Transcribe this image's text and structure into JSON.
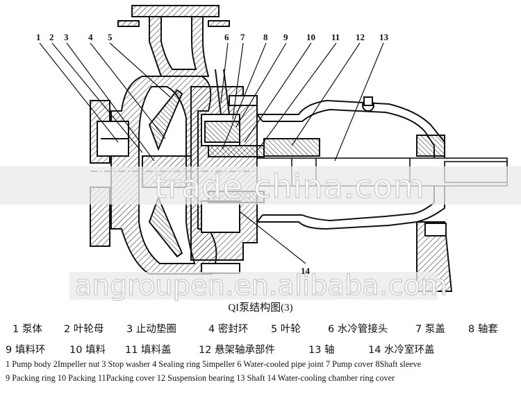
{
  "callouts": [
    "1",
    "2",
    "3",
    "4",
    "5",
    "6",
    "7",
    "8",
    "9",
    "10",
    "11",
    "12",
    "13"
  ],
  "callout_bottom": "14",
  "watermarks": {
    "top": "trade.china.com",
    "bottom": "angroupen.en.alibaba.com"
  },
  "title": "QI泵结构图(3)",
  "legend_cn": [
    "1 泵体",
    "2 叶轮母",
    "3 止动垫圈",
    "4 密封环",
    "5 叶轮",
    "6 水冷管接头",
    "7 泵盖",
    "8 轴套",
    "9 填料环",
    "10 填料",
    "11 填料盖",
    "12 悬架轴承部件",
    "13 轴",
    "14 水冷室环盖"
  ],
  "legend_en": [
    "1 Pump body 2Impeller nut 3 Stop washer 4 Sealing ring 5impeller 6 Water-cooled pipe joint 7 Pump cover 8Shaft sleeve",
    "9 Packing ring 10 Packing 11Packing cover 12 Suspension bearing 13 Shaft 14 Water-cooling chamber ring cover"
  ]
}
